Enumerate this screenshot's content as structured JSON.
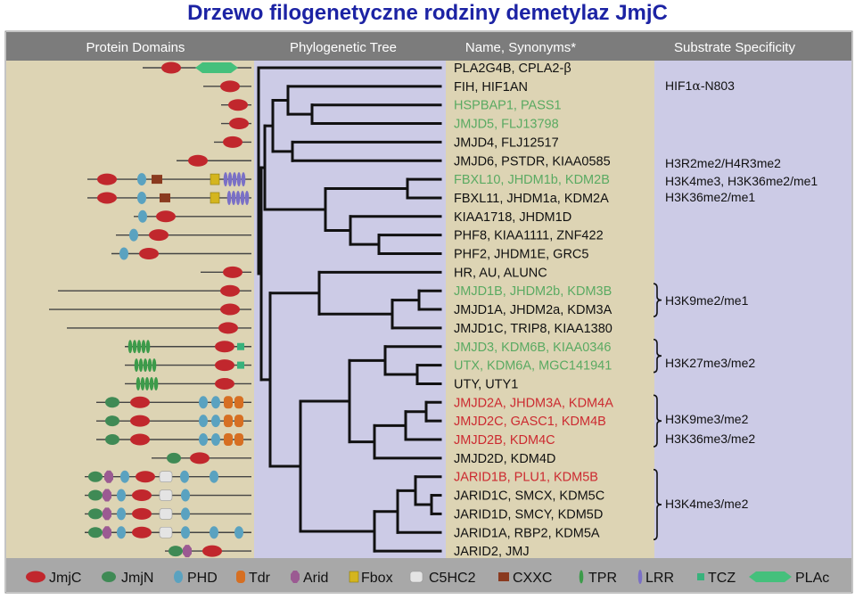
{
  "title": "Drzewo filogenetyczne rodziny demetylaz JmjC",
  "headers": {
    "domains": "Protein Domains",
    "tree": "Phylogenetic Tree",
    "names": "Name, Synonyms*",
    "substrate": "Substrate Specificity"
  },
  "colors": {
    "title": "#1c23a4",
    "header_band": "#7c7c7c",
    "domains_bg": "#ddd4b4",
    "tree_bg": "#cccbe6",
    "names_bg": "#ddd4b4",
    "substrate_bg": "#cccbe6",
    "legend_bg": "#a8a8a8",
    "name_black": "#111111",
    "name_green": "#5aaa62",
    "name_red": "#cc2a30",
    "jmjc": "#c1272d",
    "jmjn": "#3f8a55",
    "phd": "#5aa2c0",
    "tdr": "#d66f22",
    "arid": "#9b5a92",
    "fbox": "#d4b51e",
    "c5hc2": "#e4e4e4",
    "cxxc": "#8a3a1f",
    "tpr": "#3c9b4a",
    "lrr": "#7a70c6",
    "tcz": "#38b27c",
    "plac": "#45c07c"
  },
  "proteins": [
    {
      "name": "PLA2G4B, CPLA2-β",
      "color": "black"
    },
    {
      "name": "FIH, HIF1AN",
      "color": "black"
    },
    {
      "name": "HSPBAP1, PASS1",
      "color": "green"
    },
    {
      "name": "JMJD5, FLJ13798",
      "color": "green"
    },
    {
      "name": "JMJD4, FLJ12517",
      "color": "black"
    },
    {
      "name": "JMJD6, PSTDR, KIAA0585",
      "color": "black"
    },
    {
      "name": "FBXL10, JHDM1b, KDM2B",
      "color": "green"
    },
    {
      "name": "FBXL11, JHDM1a, KDM2A",
      "color": "black"
    },
    {
      "name": "KIAA1718, JHDM1D",
      "color": "black"
    },
    {
      "name": "PHF8, KIAA1111, ZNF422",
      "color": "black"
    },
    {
      "name": "PHF2, JHDM1E, GRC5",
      "color": "black"
    },
    {
      "name": "HR, AU, ALUNC",
      "color": "black"
    },
    {
      "name": "JMJD1B, JHDM2b, KDM3B",
      "color": "green"
    },
    {
      "name": "JMJD1A, JHDM2a, KDM3A",
      "color": "black"
    },
    {
      "name": "JMJD1C, TRIP8, KIAA1380",
      "color": "black"
    },
    {
      "name": "JMJD3, KDM6B, KIAA0346",
      "color": "green"
    },
    {
      "name": "UTX, KDM6A, MGC141941",
      "color": "green"
    },
    {
      "name": "UTY, UTY1",
      "color": "black"
    },
    {
      "name": "JMJD2A, JHDM3A, KDM4A",
      "color": "red"
    },
    {
      "name": "JMJD2C, GASC1, KDM4B",
      "color": "red"
    },
    {
      "name": "JMJD2B, KDM4C",
      "color": "red"
    },
    {
      "name": "JMJD2D, KDM4D",
      "color": "black"
    },
    {
      "name": "JARID1B, PLU1, KDM5B",
      "color": "red"
    },
    {
      "name": "JARID1C, SMCX, KDM5C",
      "color": "black"
    },
    {
      "name": "JARID1D, SMCY, KDM5D",
      "color": "black"
    },
    {
      "name": "JARID1A, RBP2, KDM5A",
      "color": "black"
    },
    {
      "name": "JARID2, JMJ",
      "color": "black"
    }
  ],
  "substrates": {
    "hif": {
      "prefix": "HIF1",
      "greek": "α",
      "suffix": "-N803"
    },
    "jmjd6": "H3R2me2/H4R3me2",
    "fbxl10": "H3K4me3, H3K36me2/me1",
    "fbxl11": "H3K36me2/me1",
    "kdm3": "H3K9me2/me1",
    "kdm6": "H3K27me3/me2",
    "kdm4_a": "H3K9me3/me2",
    "kdm4_b": "H3K36me3/me2",
    "kdm5": "H3K4me3/me2"
  },
  "legend": [
    {
      "key": "jmjc",
      "label": "JmjC"
    },
    {
      "key": "jmjn",
      "label": "JmjN"
    },
    {
      "key": "phd",
      "label": "PHD"
    },
    {
      "key": "tdr",
      "label": "Tdr"
    },
    {
      "key": "arid",
      "label": "Arid"
    },
    {
      "key": "fbox",
      "label": "Fbox"
    },
    {
      "key": "c5hc2",
      "label": "C5HC2"
    },
    {
      "key": "cxxc",
      "label": "CXXC"
    },
    {
      "key": "tpr",
      "label": "TPR"
    },
    {
      "key": "lrr",
      "label": "LRR"
    },
    {
      "key": "tcz",
      "label": "TCZ"
    },
    {
      "key": "plac",
      "label": "PLAc"
    }
  ]
}
